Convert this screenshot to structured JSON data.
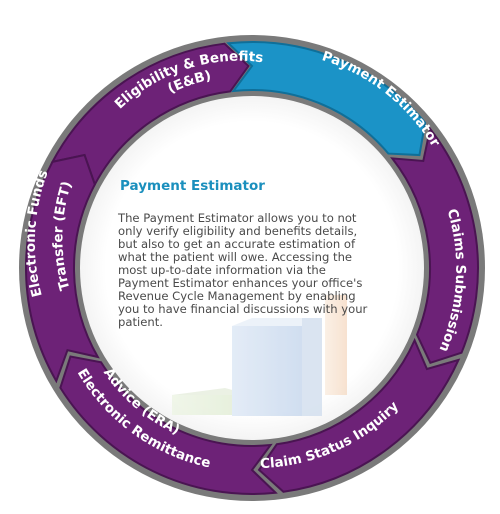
{
  "segments": [
    {
      "id": "eligibility",
      "label": "Eligibility & Benefits",
      "label2": "(E&B)",
      "active": false
    },
    {
      "id": "payment-estimator",
      "label": "Payment Estimator",
      "label2": "",
      "active": true
    },
    {
      "id": "claims-submission",
      "label": "Claims Submission",
      "label2": "",
      "active": false
    },
    {
      "id": "claim-status",
      "label": "Claim Status Inquiry",
      "label2": "",
      "active": false
    },
    {
      "id": "era",
      "label": "Electronic Remittance",
      "label2": "Advice (ERA)",
      "active": false
    },
    {
      "id": "eft",
      "label": "Electronic Funds",
      "label2": "Transfer (EFT)",
      "active": false
    }
  ],
  "colors": {
    "segment": "#6d2277",
    "segment_dark": "#4a1452",
    "active": "#1b93c7",
    "active_dark": "#0f6f99",
    "title": "#1a8fbd",
    "body_text": "#4a4a4a"
  },
  "center": {
    "title": "Payment Estimator",
    "body": "The Payment Estimator allows you to not only verify eligibility and benefits details, but also to get an accurate estimation of what the patient will owe. Accessing the most up-to-date information via the Payment Estimator enhances your office's Revenue Cycle Management by enabling you to have financial discussions with your patient."
  }
}
